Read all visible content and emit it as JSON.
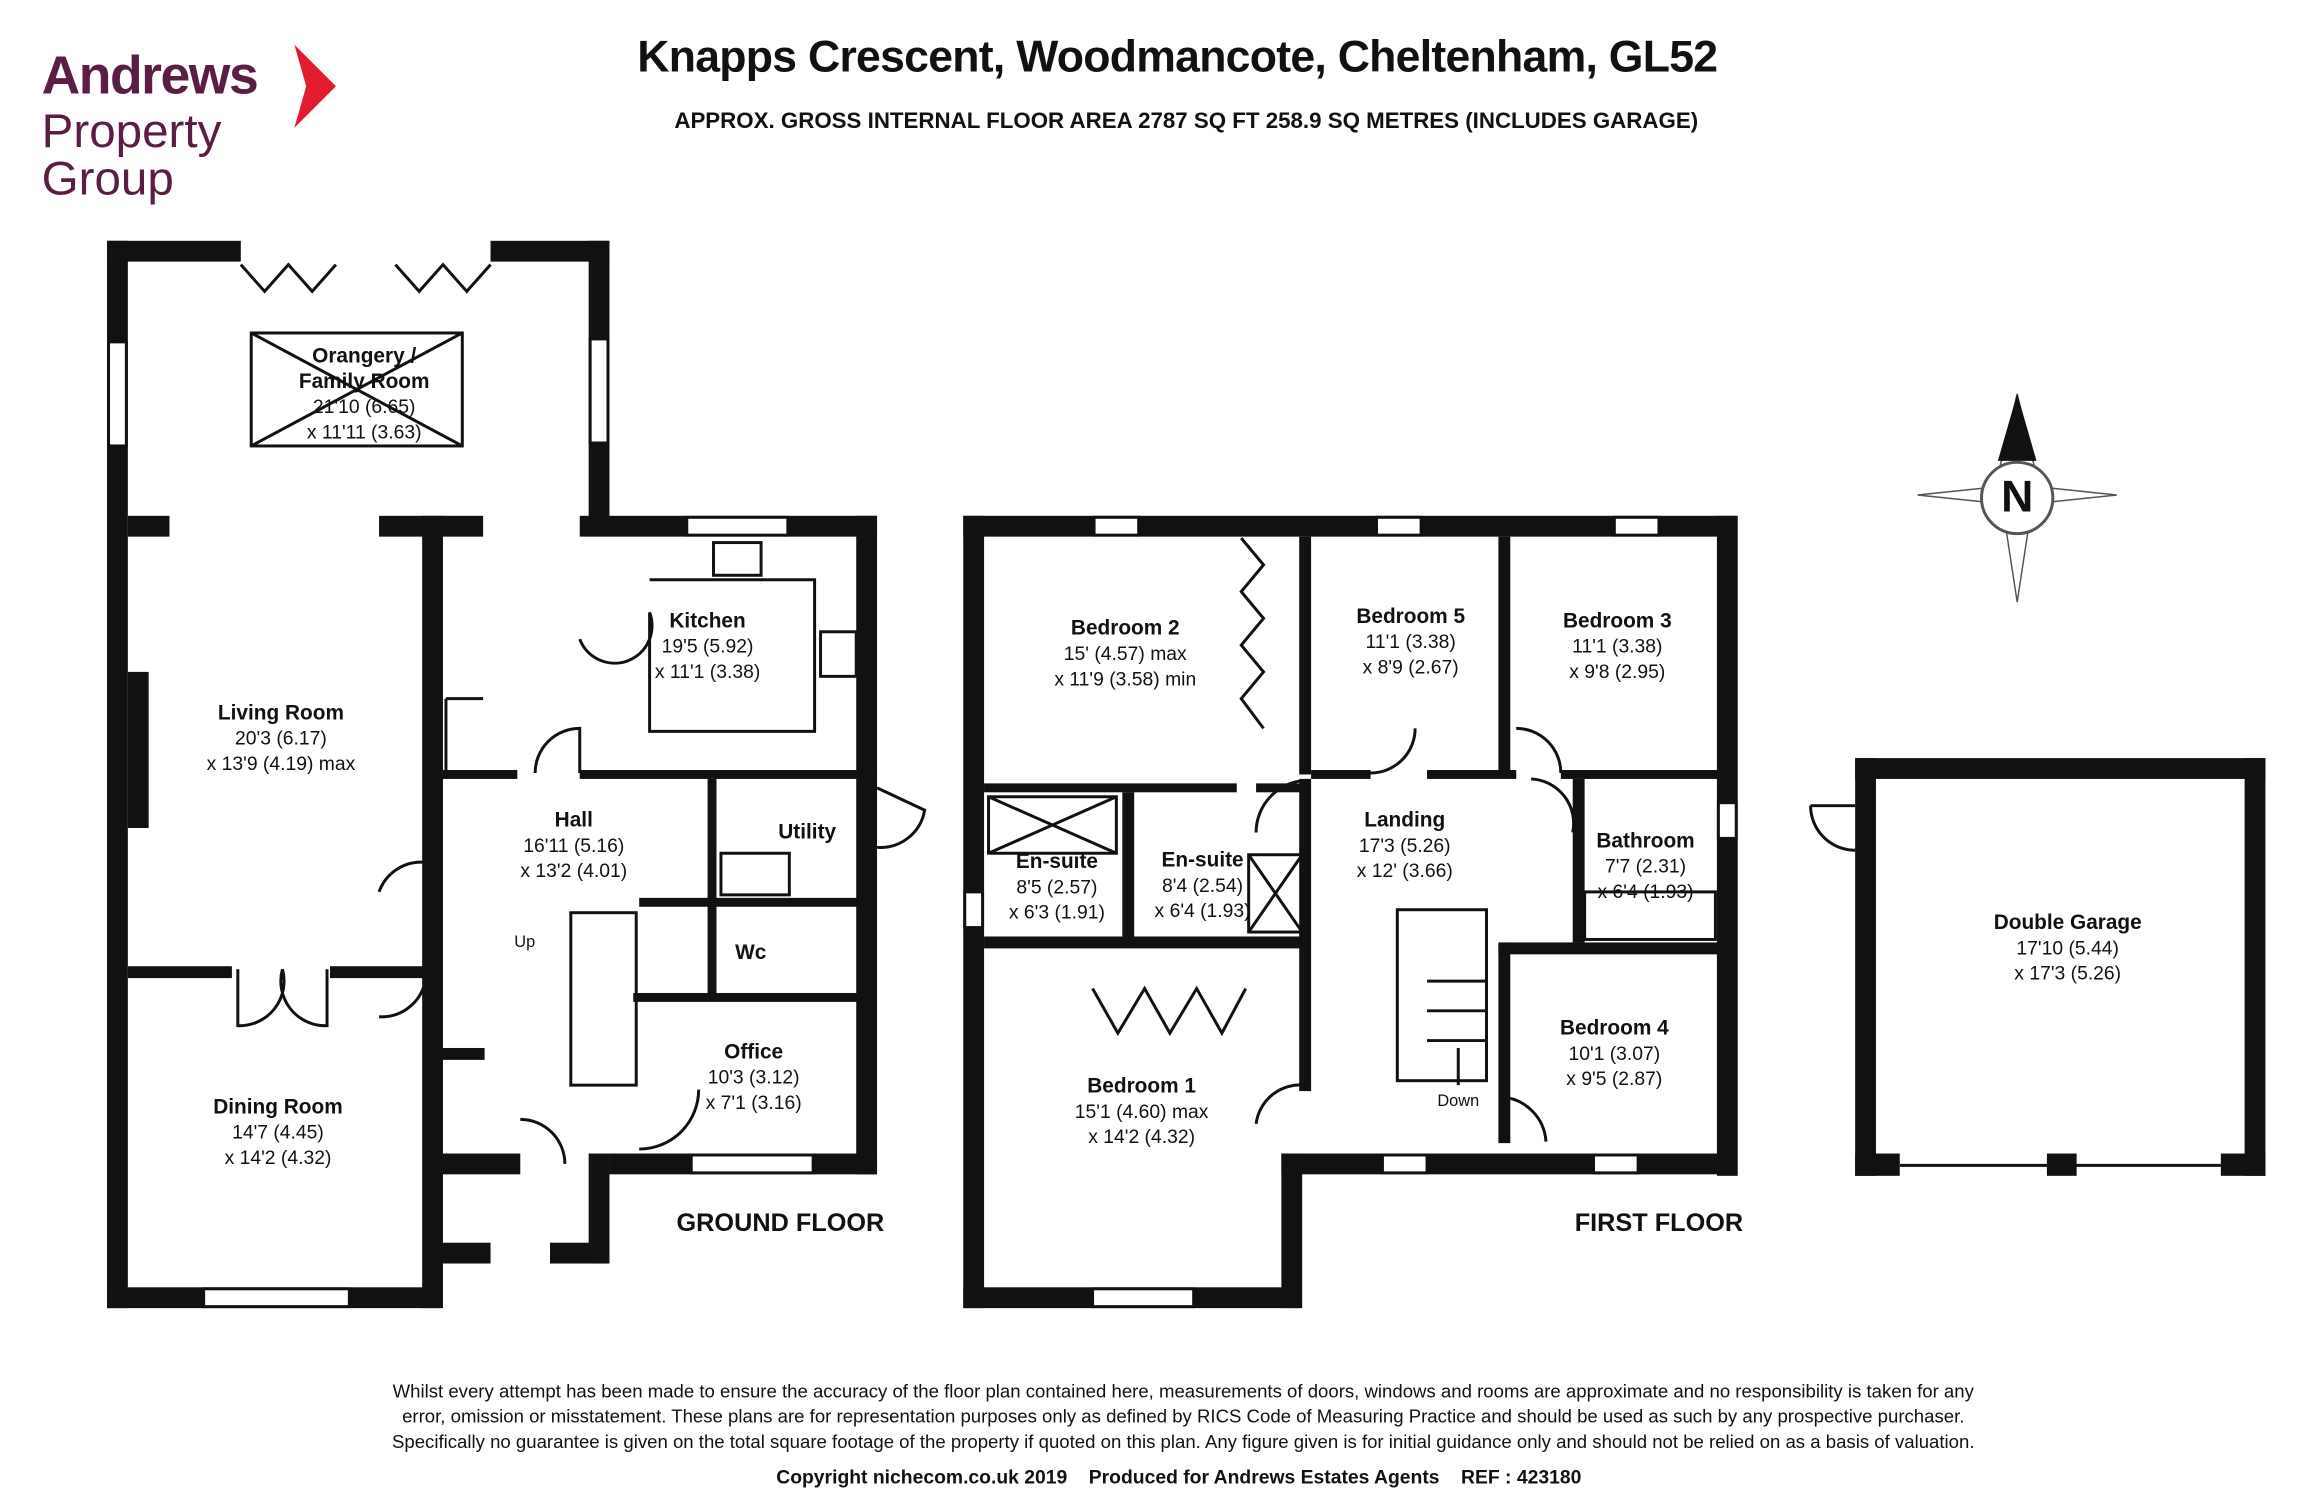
{
  "header": {
    "title": "Knapps Crescent, Woodmancote, Cheltenham, GL52",
    "subtitle": "APPROX. GROSS INTERNAL FLOOR AREA 2787 SQ FT 258.9 SQ METRES (INCLUDES GARAGE)"
  },
  "logo": {
    "line1": "Andrews",
    "line2": "Property",
    "line3": "Group",
    "accent": "#e31b2f",
    "brand": "#5a1d44"
  },
  "ground_floor": {
    "label": "GROUND FLOOR",
    "stairs_label": "Up",
    "rooms": [
      {
        "name": "Orangery /\nFamily Room",
        "name1": "Orangery /",
        "name2": "Family Room",
        "dim1": "21'10 (6.65)",
        "dim2": "x 11'11 (3.63)"
      },
      {
        "name": "Living Room",
        "dim1": "20'3 (6.17)",
        "dim2": "x 13'9 (4.19) max"
      },
      {
        "name": "Kitchen",
        "dim1": "19'5 (5.92)",
        "dim2": "x 11'1 (3.38)"
      },
      {
        "name": "Hall",
        "dim1": "16'11 (5.16)",
        "dim2": "x 13'2 (4.01)"
      },
      {
        "name": "Utility"
      },
      {
        "name": "Wc"
      },
      {
        "name": "Office",
        "dim1": "10'3 (3.12)",
        "dim2": "x 7'1 (3.16)"
      },
      {
        "name": "Dining Room",
        "dim1": "14'7 (4.45)",
        "dim2": "x 14'2 (4.32)"
      }
    ]
  },
  "first_floor": {
    "label": "FIRST FLOOR",
    "stairs_label": "Down",
    "rooms": [
      {
        "name": "Bedroom 2",
        "dim1": "15' (4.57) max",
        "dim2": "x 11'9 (3.58) min"
      },
      {
        "name": "Bedroom 5",
        "dim1": "11'1 (3.38)",
        "dim2": "x 8'9 (2.67)"
      },
      {
        "name": "Bedroom 3",
        "dim1": "11'1 (3.38)",
        "dim2": "x 9'8 (2.95)"
      },
      {
        "name": "Landing",
        "dim1": "17'3 (5.26)",
        "dim2": "x 12' (3.66)"
      },
      {
        "name": "Bathroom",
        "dim1": "7'7 (2.31)",
        "dim2": "x 6'4 (1.93)"
      },
      {
        "name": "En-suite",
        "dim1": "8'5 (2.57)",
        "dim2": "x 6'3 (1.91)"
      },
      {
        "name": "En-suite",
        "dim1": "8'4 (2.54)",
        "dim2": "x 6'4 (1.93)"
      },
      {
        "name": "Bedroom 1",
        "dim1": "15'1 (4.60) max",
        "dim2": "x 14'2 (4.32)"
      },
      {
        "name": "Bedroom 4",
        "dim1": "10'1 (3.07)",
        "dim2": "x 9'5 (2.87)"
      }
    ]
  },
  "garage": {
    "name": "Double Garage",
    "dim1": "17'10 (5.44)",
    "dim2": "x 17'3 (5.26)"
  },
  "compass": {
    "label": "N"
  },
  "footer": {
    "disclaimer1": "Whilst every attempt has been made to ensure the accuracy of the floor plan contained here, measurements of doors, windows and rooms are approximate and no responsibility is taken for any",
    "disclaimer2": "error, omission or misstatement. These plans are for representation purposes only as defined by RICS Code of Measuring Practice and should be used as such by any prospective purchaser.",
    "disclaimer3": "Specifically no guarantee is given on the total square footage of the property if quoted on this plan. Any figure given is for initial guidance only and should not be relied on as a basis of valuation.",
    "copyright": "Copyright nichecom.co.uk 2019",
    "produced": "Produced for Andrews Estates Agents",
    "ref": "REF : 423180"
  }
}
